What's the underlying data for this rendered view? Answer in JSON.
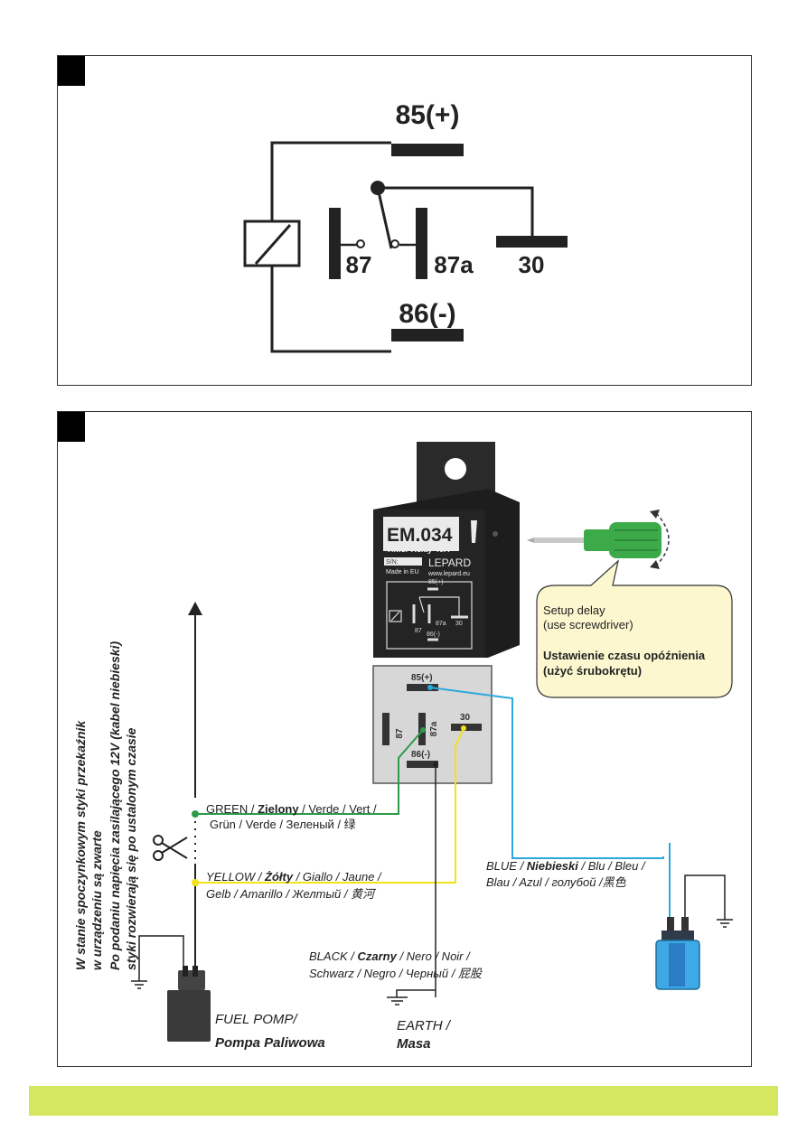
{
  "schematic": {
    "pin_85": "85(+)",
    "pin_86": "86(-)",
    "pin_87": "87",
    "pin_87a": "87a",
    "pin_30": "30"
  },
  "relay": {
    "model": "EM.034",
    "subtitle": "Timer Relay 40A",
    "brand": "LEPARD",
    "serial_label": "S/N:",
    "made_in": "Made in EU",
    "website": "www.lepard.eu",
    "face_pin_85": "85(+)",
    "face_pin_86": "86(-)",
    "face_pin_87": "87",
    "face_pin_87a": "87a",
    "face_pin_30": "30"
  },
  "socket": {
    "pin_85": "85(+)",
    "pin_86": "86(-)",
    "pin_87": "87",
    "pin_87a": "87a",
    "pin_30": "30"
  },
  "callout": {
    "line1": "Setup delay",
    "line2": "(use screwdriver)",
    "line3": "Ustawienie czasu opóźnienia",
    "line4": "(użyć śrubokrętu)"
  },
  "wires": {
    "green_en": "GREEN / ",
    "green_pl": "Zielony",
    "green_rest": " / Verde / Vert /",
    "green_line2": "Grün / Verde / Зеленый / 绿",
    "yellow_en": "YELLOW / ",
    "yellow_pl": "Żółty",
    "yellow_rest": " / Giallo / Jaune /",
    "yellow_line2": "Gelb / Amarillo / Желтый / 黄河",
    "black_en": "BLACK / ",
    "black_pl": "Czarny",
    "black_rest": " / Nero / Noir /",
    "black_line2": "Schwarz / Negro / Черный / 屁股",
    "blue_en": "BLUE / ",
    "blue_pl": "Niebieski",
    "blue_rest": " / Blu / Bleu /",
    "blue_line2": "Blau / Azul / голубой /黑色"
  },
  "labels": {
    "fuel_pump_en": "FUEL POMP/",
    "fuel_pump_pl": "Pompa Paliwowa",
    "earth_en": "EARTH /",
    "earth_pl": "Masa"
  },
  "vertical_note": {
    "line1": "W stanie spoczynkowym styki przekaźnik",
    "line2": "w urządzeniu są zwarte",
    "line3": "Po podaniu napięcia zasilającego 12V (kabel niebieski)",
    "line4": "styki rozwierają się po ustalonym czasie"
  },
  "colors": {
    "green_wire": "#2e9a4a",
    "yellow_wire": "#f2e21a",
    "blue_wire": "#2aa8dc",
    "black_wire": "#222222",
    "footer": "#d5e65f",
    "callout_bg": "#fdf7cf",
    "screwdriver": "#3caa48"
  }
}
